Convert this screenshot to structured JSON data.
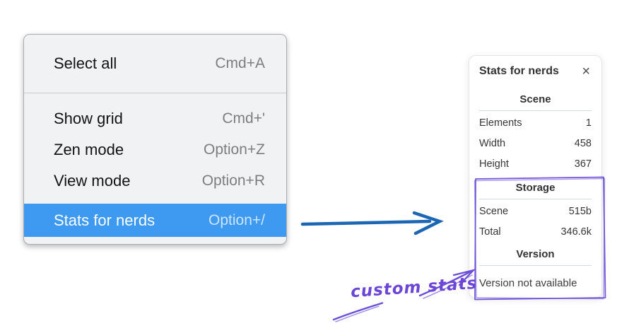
{
  "context_menu": {
    "items": [
      {
        "label": "Select all",
        "shortcut": "Cmd+A"
      },
      {
        "label": "Show grid",
        "shortcut": "Cmd+'"
      },
      {
        "label": "Zen mode",
        "shortcut": "Option+Z"
      },
      {
        "label": "View mode",
        "shortcut": "Option+R"
      },
      {
        "label": "Stats for nerds",
        "shortcut": "Option+/"
      }
    ],
    "selected_item": "Stats for nerds",
    "highlight_color": "#3d9af0"
  },
  "stats_panel": {
    "title": "Stats for nerds",
    "close_glyph": "×",
    "sections": [
      {
        "heading": "Scene",
        "rows": [
          {
            "label": "Elements",
            "value": "1"
          },
          {
            "label": "Width",
            "value": "458"
          },
          {
            "label": "Height",
            "value": "367"
          }
        ]
      },
      {
        "heading": "Storage",
        "rows": [
          {
            "label": "Scene",
            "value": "515b"
          },
          {
            "label": "Total",
            "value": "346.6k"
          }
        ]
      },
      {
        "heading": "Version",
        "rows": [],
        "note": "Version not available"
      }
    ]
  },
  "annotations": {
    "custom_stats_label": "custom stats",
    "purple": "#6b4fd8",
    "blue": "#1d66b4"
  }
}
